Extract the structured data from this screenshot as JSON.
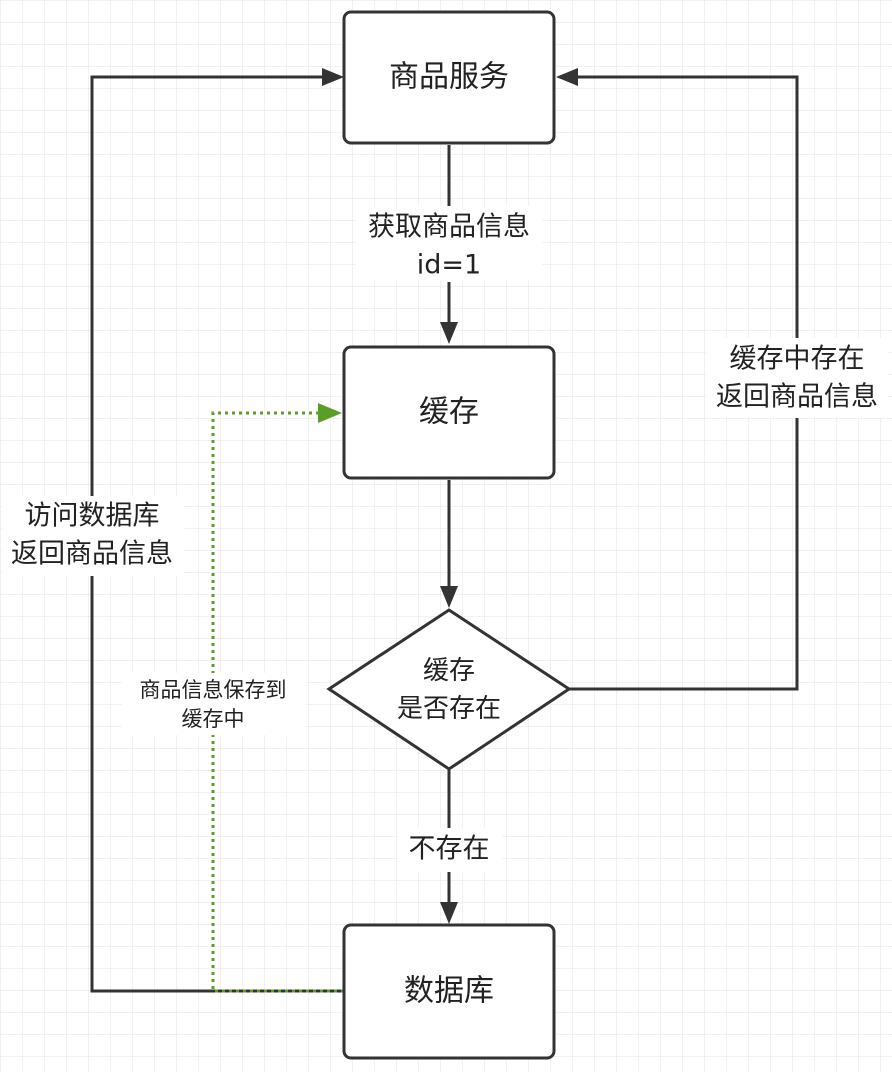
{
  "nodes": {
    "product_service": "商品服务",
    "cache": "缓存",
    "decision_line1": "缓存",
    "decision_line2": "是否存在",
    "database": "数据库"
  },
  "edges": {
    "get_info_line1": "获取商品信息",
    "get_info_line2": "id=1",
    "cache_hit_line1": "缓存中存在",
    "cache_hit_line2": "返回商品信息",
    "not_exist": "不存在",
    "db_return_line1": "访问数据库",
    "db_return_line2": "返回商品信息",
    "save_cache_line1": "商品信息保存到",
    "save_cache_line2": "缓存中"
  },
  "colors": {
    "line": "#333333",
    "box_fill": "#ffffff",
    "dotted_green": "#5a9e28",
    "grid": "#e3e3e3"
  }
}
